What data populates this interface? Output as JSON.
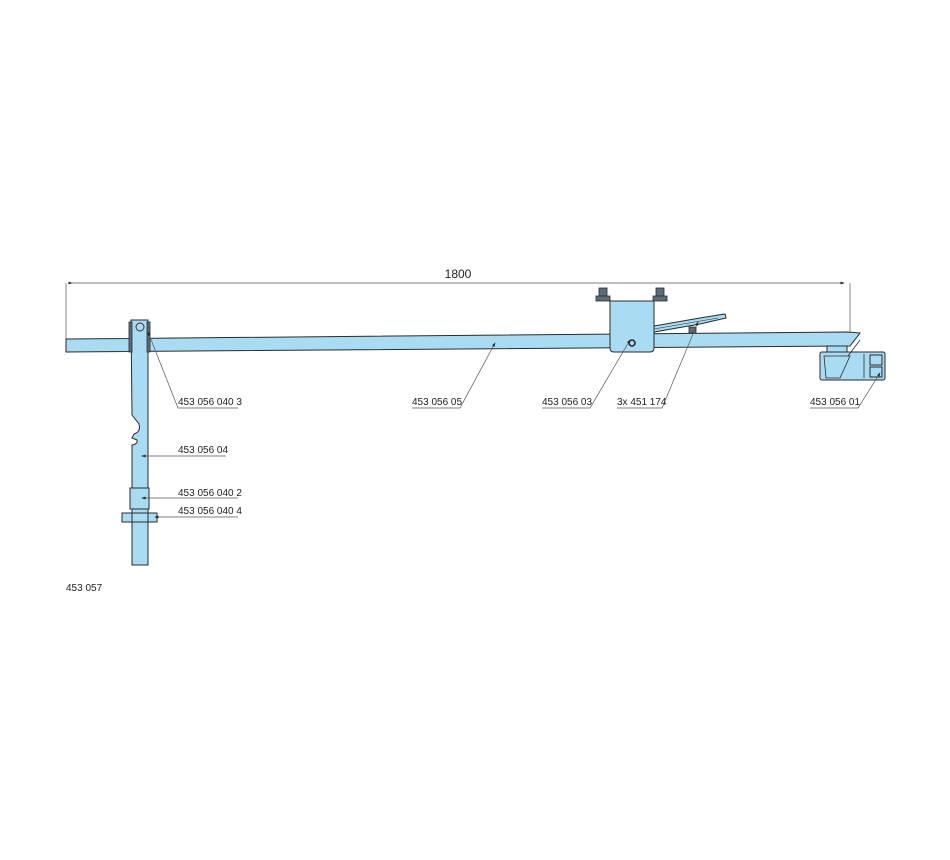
{
  "dimension": {
    "value": "1800"
  },
  "labels": {
    "pivot_pin": "453 056 040 3",
    "vertical_strut": "453 056 04",
    "sleeve": "453 056 040 2",
    "clamp_bolt": "453 056 040 4",
    "main_bar": "453 056 05",
    "bracket": "453 056 03",
    "leaf_spring": "3x 451 174",
    "end_bracket": "453 056 01"
  },
  "drawing_number": "453 057",
  "colors": {
    "part_fill": "#a9dbf3",
    "outline": "#2b2b2b"
  }
}
